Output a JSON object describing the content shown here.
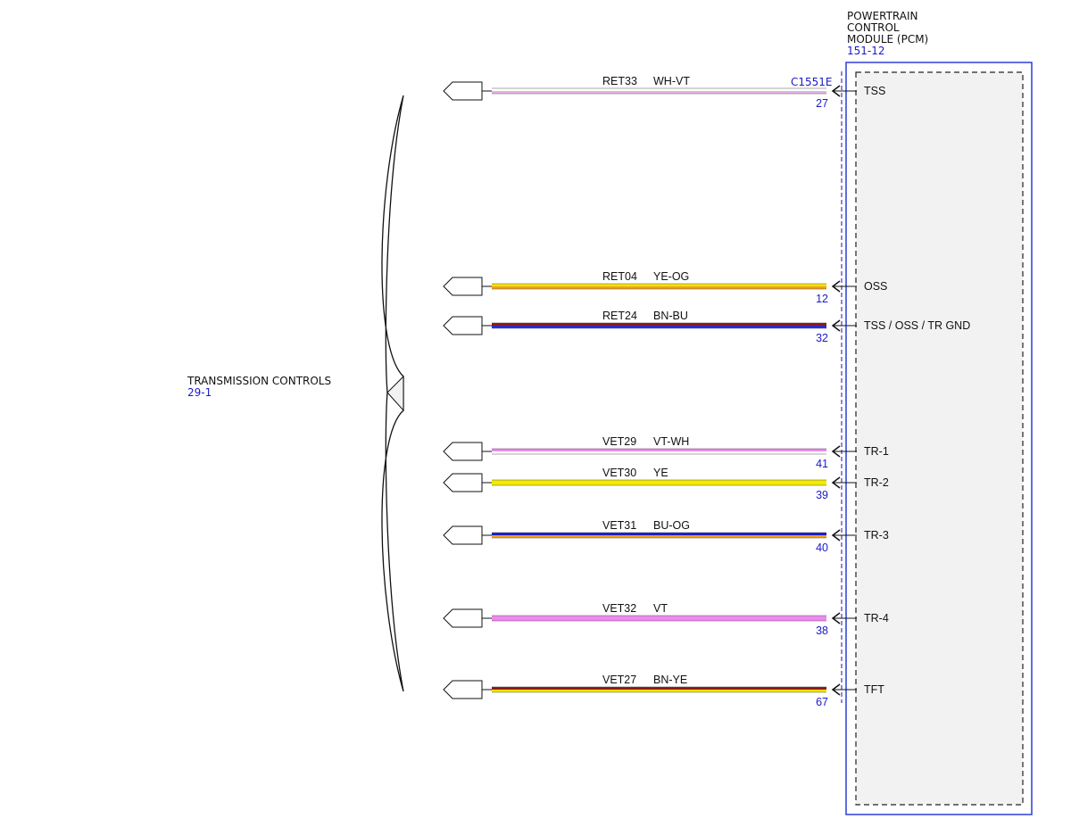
{
  "module": {
    "title_lines": [
      "POWERTRAIN",
      "CONTROL",
      "MODULE (PCM)"
    ],
    "ref": "151-12",
    "connector": "C1551E",
    "border_color": "#2a3fd6",
    "fill_color": "#f2f2f2"
  },
  "component": {
    "title": "TRANSMISSION CONTROLS",
    "ref": "29-1"
  },
  "wires": [
    {
      "circuit": "RET33",
      "color_code": "WH-VT",
      "pin": "27",
      "signal": "TSS",
      "colors": [
        "#ffffff",
        "#e6b3e6"
      ]
    },
    {
      "circuit": "RET04",
      "color_code": "YE-OG",
      "pin": "12",
      "signal": "OSS",
      "colors": [
        "#f2e600",
        "#f0a020"
      ]
    },
    {
      "circuit": "RET24",
      "color_code": "BN-BU",
      "pin": "32",
      "signal": "TSS / OSS / TR GND",
      "colors": [
        "#8b1a1a",
        "#2a2ad0"
      ]
    },
    {
      "circuit": "VET29",
      "color_code": "VT-WH",
      "pin": "41",
      "signal": "TR-1",
      "colors": [
        "#ee88ee",
        "#ffffff"
      ]
    },
    {
      "circuit": "VET30",
      "color_code": "YE",
      "pin": "39",
      "signal": "TR-2",
      "colors": [
        "#f2ea00",
        "#f2ea00"
      ]
    },
    {
      "circuit": "VET31",
      "color_code": "BU-OG",
      "pin": "40",
      "signal": "TR-3",
      "colors": [
        "#1c1cc8",
        "#f0a020"
      ]
    },
    {
      "circuit": "VET32",
      "color_code": "VT",
      "pin": "38",
      "signal": "TR-4",
      "colors": [
        "#ee88ee",
        "#ee88ee"
      ]
    },
    {
      "circuit": "VET27",
      "color_code": "BN-YE",
      "pin": "67",
      "signal": "TFT",
      "colors": [
        "#8b1a1a",
        "#f2e600"
      ]
    }
  ]
}
